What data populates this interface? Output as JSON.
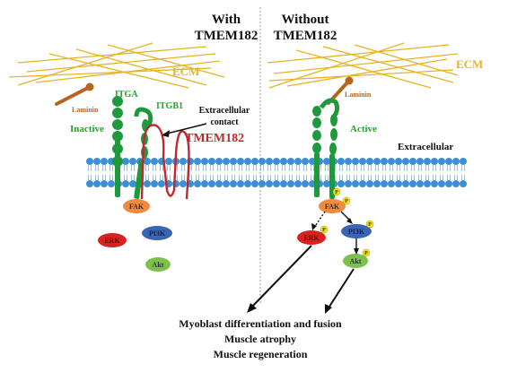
{
  "headers": {
    "with_line1": "With",
    "with_line2": "TMEM182",
    "without_line1": "Without",
    "without_line2": "TMEM182"
  },
  "labels": {
    "ecm": "ECM",
    "laminin": "Laminin",
    "itga": "ITGA",
    "itgb1": "ITGB1",
    "extracellular_contact_line1": "Extracellular",
    "extracellular_contact_line2": "contact",
    "tmem182": "TMEM182",
    "inactive": "Inactive",
    "active": "Active",
    "extracellular": "Extracellular"
  },
  "kinases": {
    "fak": "FAK",
    "erk": "ERK",
    "pi3k": "PI3K",
    "akt": "Akt",
    "phospho": "P"
  },
  "outcomes": [
    "Myoblast differentiation and fusion",
    "Muscle atrophy",
    "Muscle regeneration"
  ],
  "colors": {
    "ecm_fiber": "#e6b422",
    "laminin": "#b5651d",
    "integrin": "#1e9a3c",
    "tmem182": "#c0282d",
    "membrane": "#3a8fd6",
    "fak": "#f08a3c",
    "erk": "#d6231f",
    "pi3k": "#3a64b4",
    "akt": "#7cc24a",
    "phospho": "#f2e21a"
  }
}
